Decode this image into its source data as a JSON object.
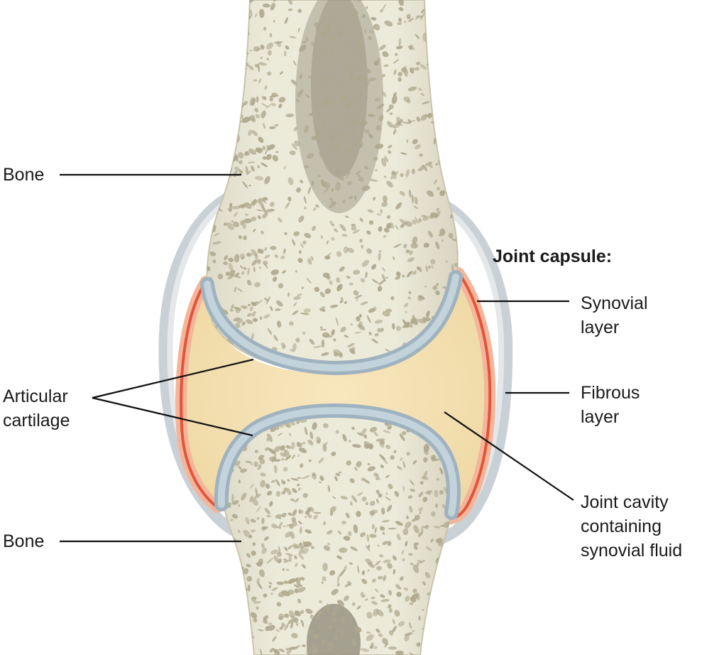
{
  "labels": {
    "bone_top": "Bone",
    "bone_bottom": "Bone",
    "articular_cartilage": [
      "Articular",
      "cartilage"
    ],
    "joint_capsule_heading": "Joint capsule:",
    "synovial_layer": [
      "Synovial",
      "layer"
    ],
    "fibrous_layer": [
      "Fibrous",
      "layer"
    ],
    "joint_cavity": [
      "Joint cavity",
      "containing",
      "synovial fluid"
    ]
  },
  "colors": {
    "bone": "#e9e6d6",
    "spongy_pores": "#aca58a",
    "marrow": "#9b9484",
    "articular_cartilage": "#a9bcc8",
    "synovial_layer": "#e2553a",
    "fibrous_layer": "#d3dade",
    "synovial_fluid": "#f3e0b3",
    "leader_line": "#111111"
  }
}
